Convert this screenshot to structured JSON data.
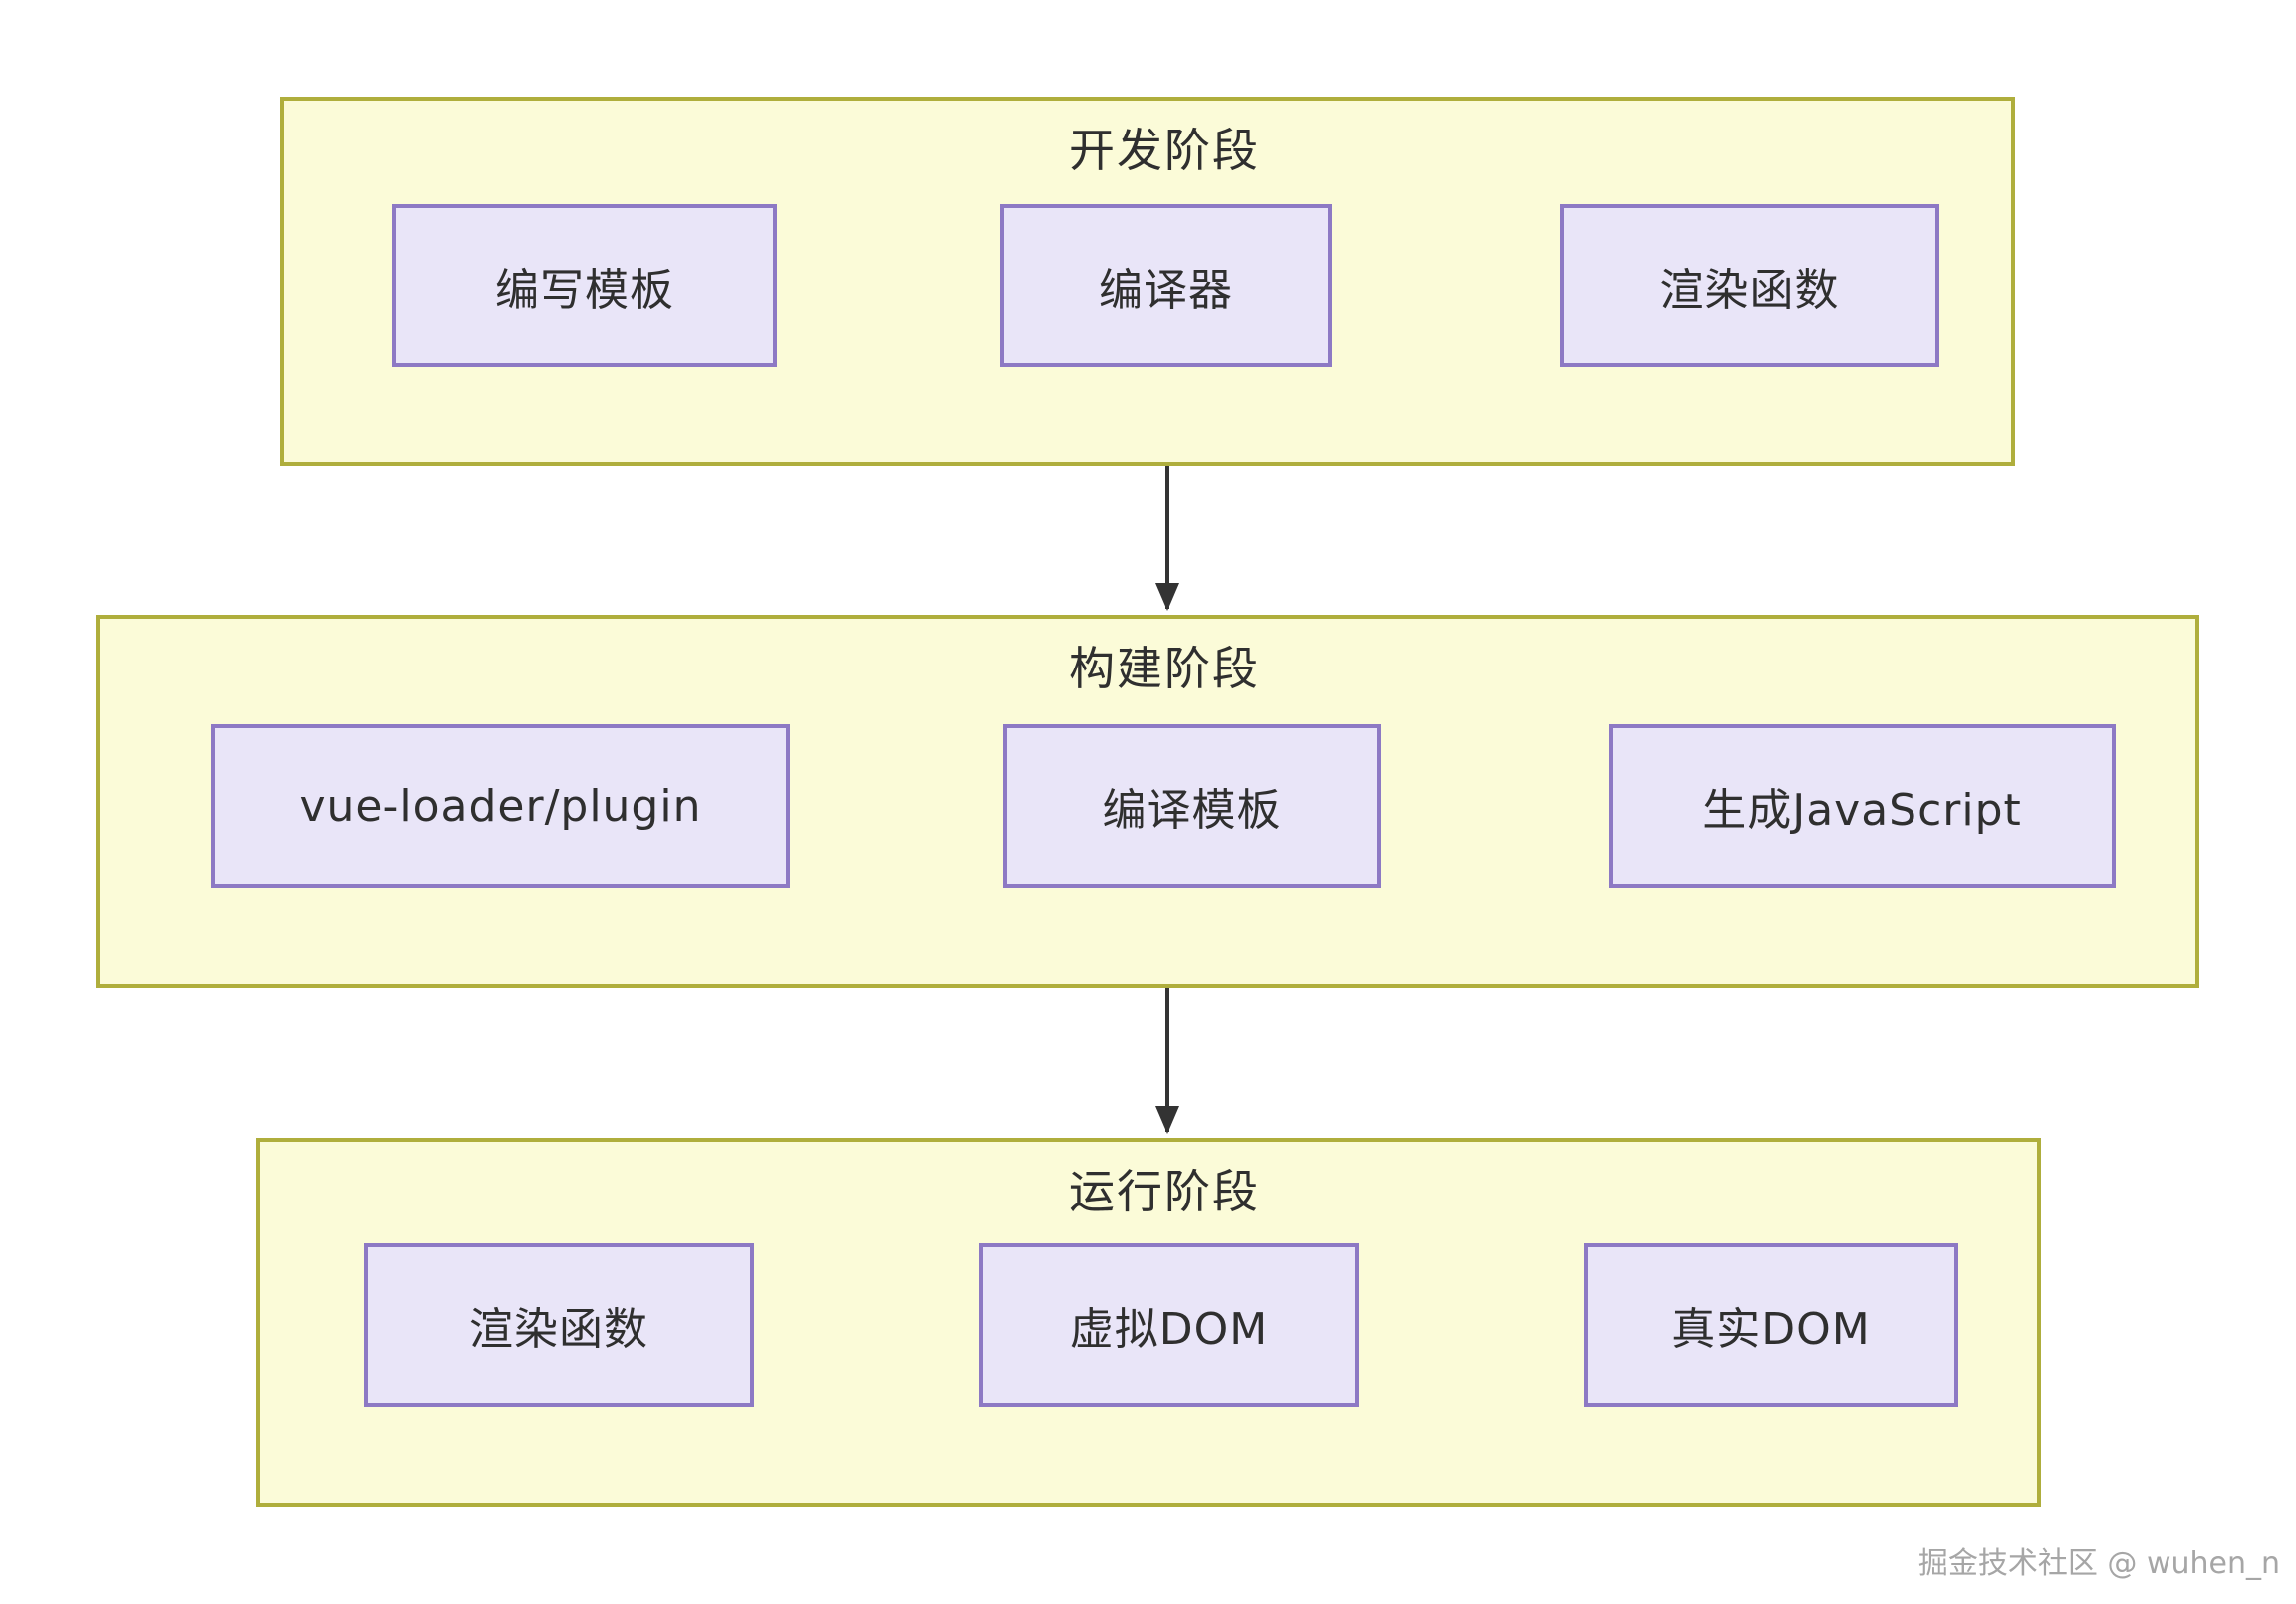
{
  "diagram": {
    "stages": [
      {
        "title": "开发阶段",
        "nodes": [
          {
            "label": "编写模板"
          },
          {
            "label": "编译器"
          },
          {
            "label": "渲染函数"
          }
        ]
      },
      {
        "title": "构建阶段",
        "nodes": [
          {
            "label": "vue-loader/plugin"
          },
          {
            "label": "编译模板"
          },
          {
            "label": "生成JavaScript"
          }
        ]
      },
      {
        "title": "运行阶段",
        "nodes": [
          {
            "label": "渲染函数"
          },
          {
            "label": "虚拟DOM"
          },
          {
            "label": "真实DOM"
          }
        ]
      }
    ],
    "colors": {
      "stage_fill": "#FBFBD8",
      "stage_border": "#AFAE3C",
      "node_fill": "#E9E5F8",
      "node_border": "#8D79C4",
      "arrow": "#333333",
      "text": "#2F2F2F"
    }
  },
  "watermark": {
    "text": "掘金技术社区 @ wuhen_n"
  }
}
